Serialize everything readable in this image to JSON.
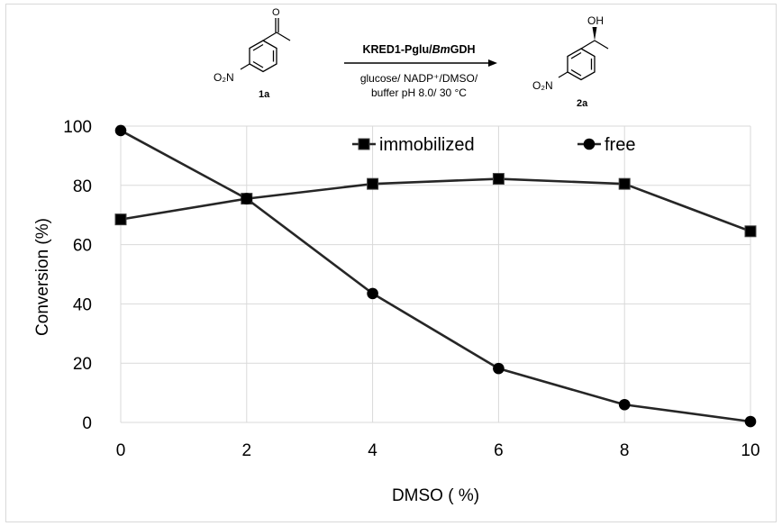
{
  "chart_data": {
    "type": "line",
    "x": [
      0,
      2,
      4,
      6,
      8,
      10
    ],
    "series": [
      {
        "name": "immobilized",
        "values": [
          68.5,
          75.5,
          80.5,
          82.2,
          80.5,
          64.5
        ],
        "marker": "square"
      },
      {
        "name": "free",
        "values": [
          98.5,
          75.5,
          43.5,
          18.2,
          6.0,
          0.3
        ],
        "marker": "circle"
      }
    ],
    "xlabel": "DMSO ( %)",
    "ylabel": "Conversion (%)",
    "xlim": [
      0,
      10
    ],
    "ylim": [
      0,
      100
    ],
    "x_ticks": [
      "0",
      "2",
      "4",
      "6",
      "8",
      "10"
    ],
    "y_ticks": [
      "0",
      "20",
      "40",
      "60",
      "80",
      "100"
    ],
    "grid": true,
    "legend_position": "top-right",
    "colors": {
      "line": "#262626",
      "grid": "#d9d9d9",
      "marker": "#000000"
    }
  },
  "scheme": {
    "substrate_group": "O₂N",
    "substrate_label": "1a",
    "product_group": "O₂N",
    "product_label": "2a",
    "product_oh": "OH",
    "substrate_o": "O",
    "catalyst_plain": "KRED1-Pglu/",
    "catalyst_italic": "Bm",
    "catalyst_end": "GDH",
    "conditions_line1": "glucose/ NADP⁺/DMSO/",
    "conditions_line2": "buffer pH 8.0/ 30 °C"
  }
}
